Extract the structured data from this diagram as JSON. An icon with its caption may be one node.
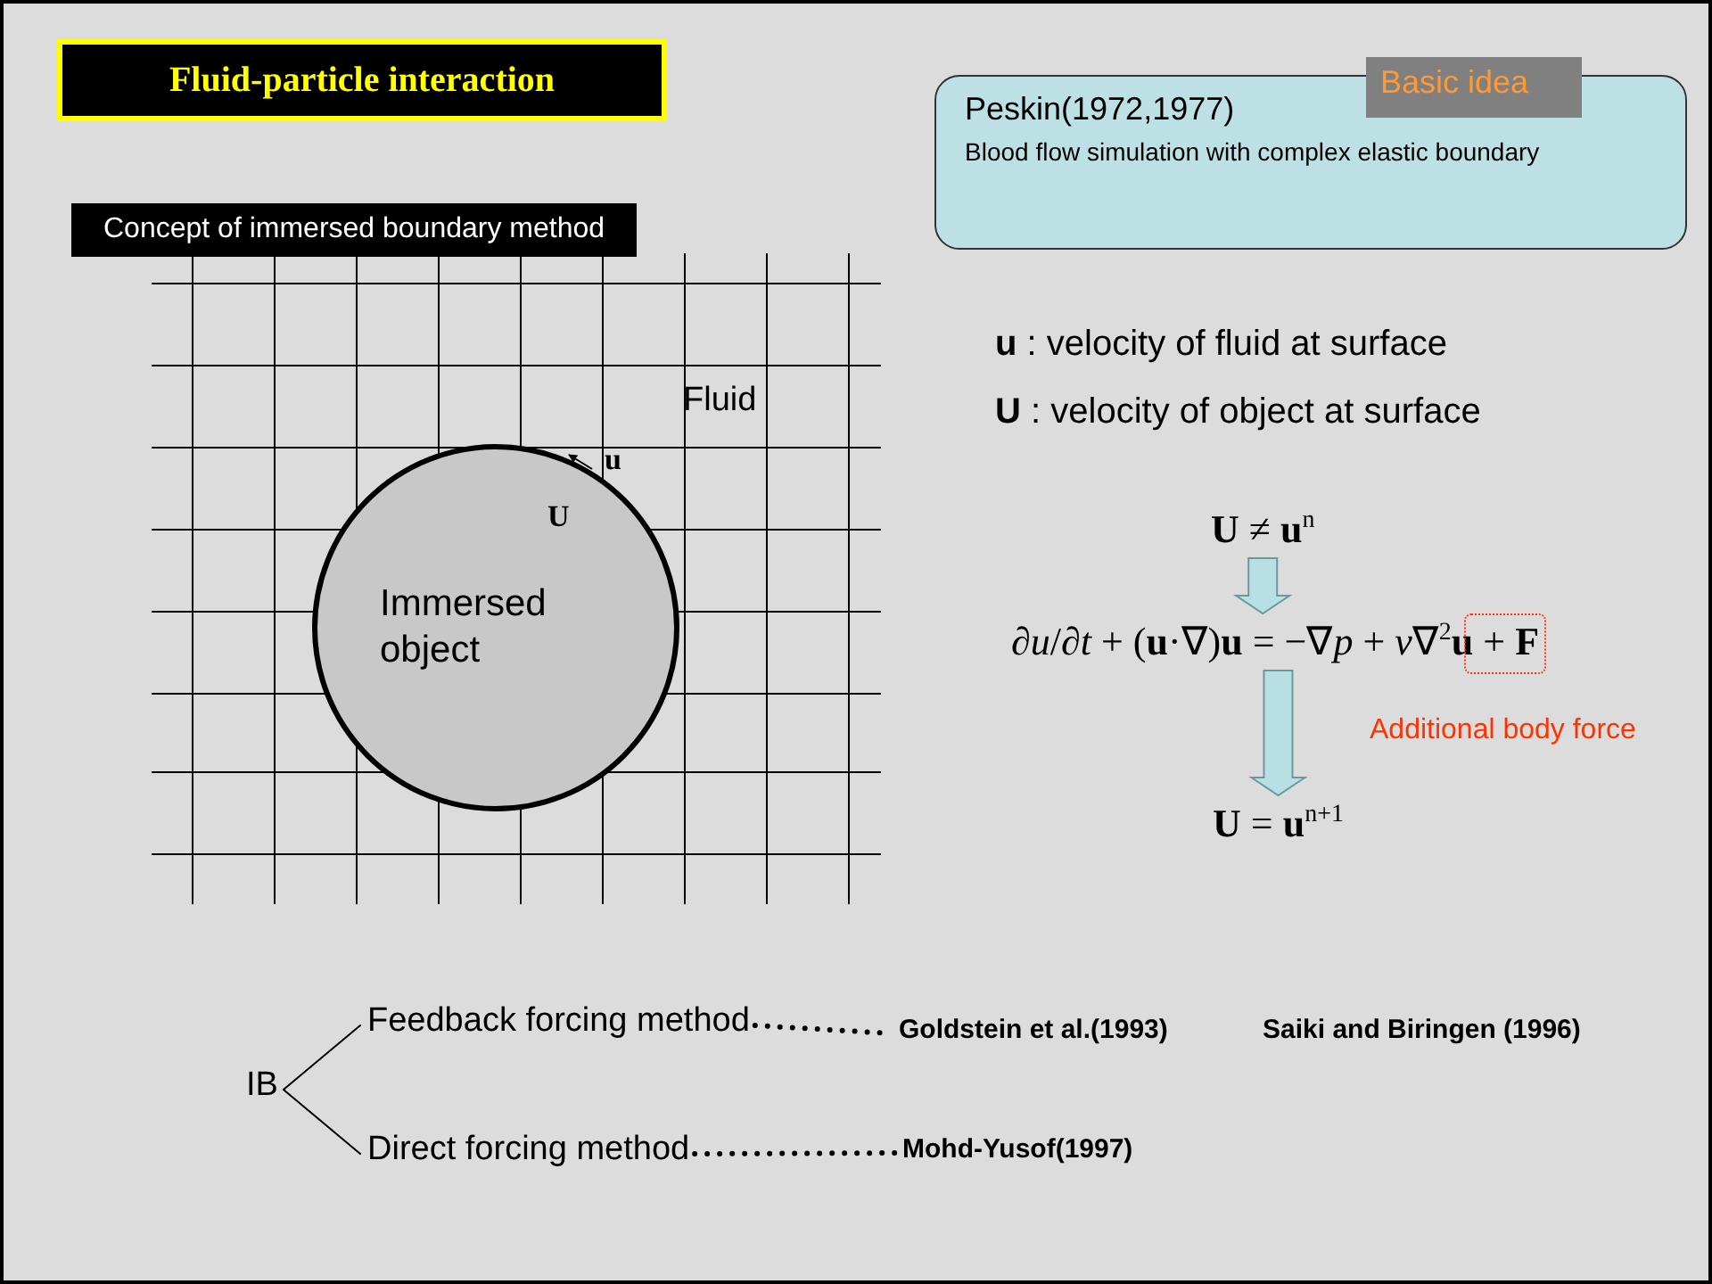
{
  "diagram": {
    "title": "Fluid-particle interaction",
    "nodes": [
      {
        "text": [
          "Peskin(1972,1977)",
          "Blood flow simulation with complex elastic boundary"
        ]
      },
      {
        "text": [
          "Basic idea"
        ]
      },
      {
        "text": [
          "Concept of immersed boundary method"
        ]
      },
      {
        "text": [
          "Immersed object"
        ]
      },
      {
        "text": [
          "**U** ≠ **u**$^{n}$"
        ]
      },
      {
        "text": [
          "∂*u*/∂*t* + (**u**·∇)**u** = −∇*p* + *ν*∇$^{2}$**u** + **F**"
        ]
      },
      {
        "text": [
          "**U** = **u**$^{n+1}$"
        ]
      },
      {
        "text": [
          "IB"
        ]
      },
      {
        "text": [
          "Feedback forcing method"
        ]
      },
      {
        "text": [
          "Direct forcing method"
        ]
      },
      {
        "text": [
          "Goldstein et al.(1993)"
        ]
      },
      {
        "text": [
          "Saiki and Biringen (1996)"
        ]
      },
      {
        "text": [
          "Mohd-Yusof(1997)"
        ]
      }
    ],
    "edges": [
      {
        "from": 4,
        "to": 5,
        "arrow": "to",
        "style": "thick",
        "color": "#b8e0e4"
      },
      {
        "from": 5,
        "to": 6,
        "arrow": "to",
        "style": "thick",
        "color": "#b8e0e4"
      },
      {
        "from": 7,
        "to": 8,
        "arrow": "none"
      },
      {
        "from": 7,
        "to": 9,
        "arrow": "none"
      },
      {
        "from": 8,
        "to": 10,
        "arrow": "none",
        "style": "dashed"
      },
      {
        "from": 9,
        "to": 12,
        "arrow": "none",
        "style": "dashed"
      }
    ],
    "labels": [
      "Fluid",
      "u",
      "U",
      "**u** : velocity of fluid at surface",
      "**U** : velocity of object at surface",
      "Additional body force"
    ]
  }
}
